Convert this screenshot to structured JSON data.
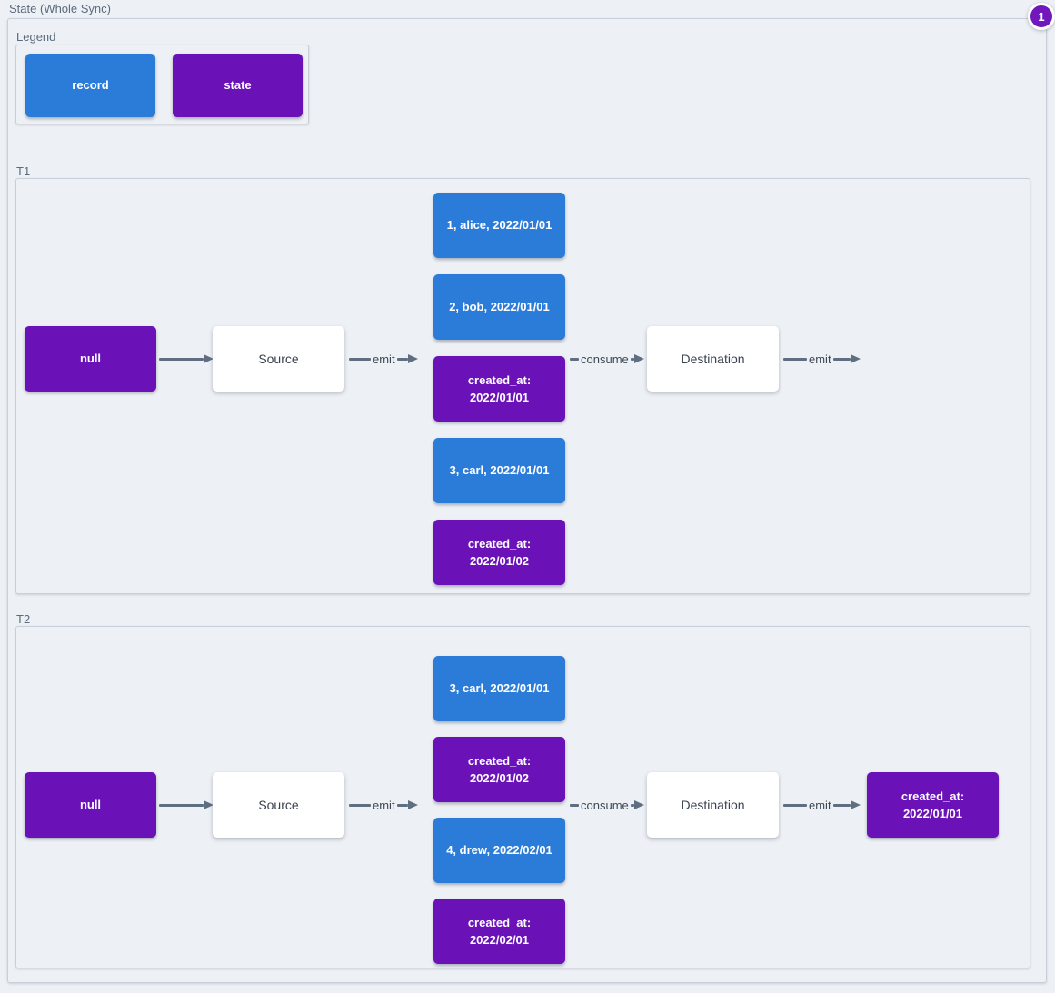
{
  "page": {
    "title": "State (Whole Sync)",
    "badge_count": "1"
  },
  "colors": {
    "record_blue": "#2b7cd9",
    "state_purple": "#6a11b7",
    "badge_purple": "#7018bc",
    "edge_gray": "#5f6e80",
    "background": "#edf0f4"
  },
  "legend": {
    "label": "Legend",
    "items": [
      {
        "label": "record",
        "type": "record"
      },
      {
        "label": "state",
        "type": "state"
      }
    ]
  },
  "sections": [
    {
      "label": "T1",
      "nodes": {
        "input": "null",
        "source": "Source",
        "destination": "Destination"
      },
      "edges": {
        "emit_source": "emit",
        "consume": "consume",
        "emit_destination": "emit"
      },
      "stack": [
        {
          "text": "1, alice, 2022/01/01",
          "type": "record"
        },
        {
          "text": "2, bob, 2022/01/01",
          "type": "record"
        },
        {
          "text": "created_at: 2022/01/01",
          "type": "state"
        },
        {
          "text": "3, carl, 2022/01/01",
          "type": "record"
        },
        {
          "text": "created_at: 2022/01/02",
          "type": "state"
        }
      ],
      "output": null
    },
    {
      "label": "T2",
      "nodes": {
        "input": "null",
        "source": "Source",
        "destination": "Destination"
      },
      "edges": {
        "emit_source": "emit",
        "consume": "consume",
        "emit_destination": "emit"
      },
      "stack": [
        {
          "text": "3, carl, 2022/01/01",
          "type": "record"
        },
        {
          "text": "created_at: 2022/01/02",
          "type": "state"
        },
        {
          "text": "4, drew, 2022/02/01",
          "type": "record"
        },
        {
          "text": "created_at: 2022/02/01",
          "type": "state"
        }
      ],
      "output": {
        "text": "created_at: 2022/01/01",
        "type": "state"
      }
    }
  ]
}
